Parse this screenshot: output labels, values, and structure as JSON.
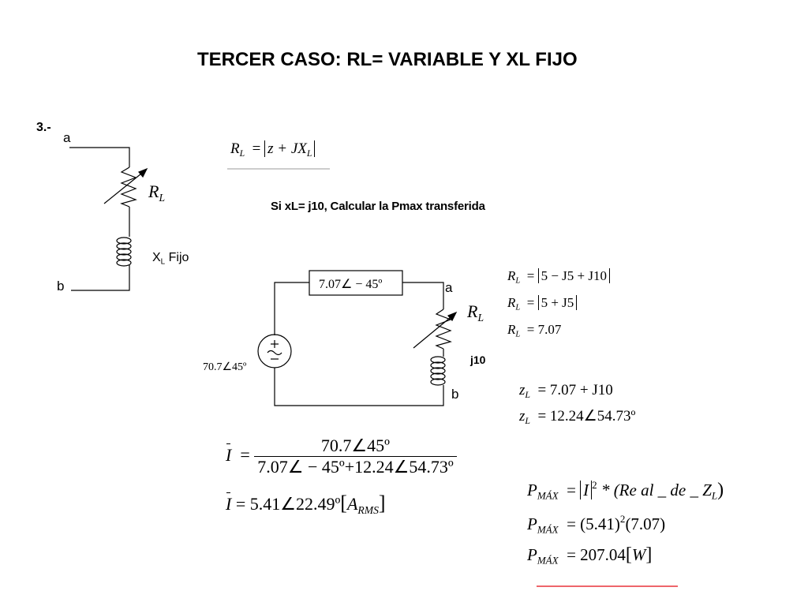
{
  "title": "TERCER CASO: RL= VARIABLE Y XL FIJO",
  "case_number": "3.-",
  "circuit1": {
    "terminal_a": "a",
    "terminal_b": "b",
    "rl_label": "R",
    "rl_sub": "L",
    "xl_label": "X",
    "xl_sub": "L",
    "xl_text": "Fijo"
  },
  "formula_rl": {
    "lhs": "R",
    "lhs_sub": "L",
    "eq": "=",
    "rhs": "z + JX",
    "rhs_sub": "L"
  },
  "instruction": "Si xL= j10, Calcular la Pmax transferida",
  "circuit2": {
    "source_impedance": "7.07∠ − 45º",
    "source_value": "70.7∠45º",
    "terminal_a": "a",
    "terminal_b": "b",
    "rl_label": "R",
    "rl_sub": "L",
    "inductor_label": "j10"
  },
  "rl_calc": [
    {
      "var": "R",
      "sub": "L",
      "value": "5 − J5 + J10",
      "abs": true
    },
    {
      "var": "R",
      "sub": "L",
      "value": "5 + J5",
      "abs": true
    },
    {
      "var": "R",
      "sub": "L",
      "value": "7.07",
      "abs": false
    }
  ],
  "zl_calc": [
    {
      "var": "z",
      "sub": "L",
      "value": "7.07 + J10"
    },
    {
      "var": "z",
      "sub": "L",
      "value": "12.24∠54.73º"
    }
  ],
  "current": {
    "var": "I",
    "numerator": "70.7∠45º",
    "denominator": "7.07∠ − 45º+12.24∠54.73º",
    "result": "5.41∠22.49º",
    "unit": "A",
    "unit_sub": "RMS"
  },
  "power": {
    "var": "P",
    "sub": "MÁX",
    "line1_rhs": "* (Re al _ de _ Z",
    "line1_sub": "L",
    "line2_a": "(5.41)",
    "line2_exp": "2",
    "line2_b": "(7.07)",
    "line3_value": "207.04",
    "line3_unit": "W",
    "exp": "2",
    "i_var": "I"
  },
  "colors": {
    "red_line": "#e8333a",
    "formula_underline": "#999999"
  }
}
